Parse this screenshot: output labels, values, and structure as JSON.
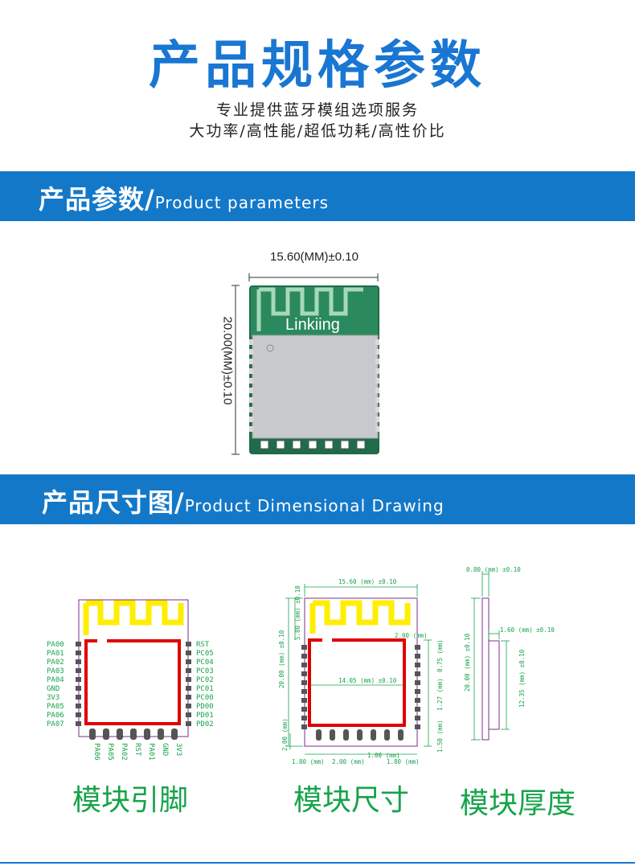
{
  "header": {
    "title": "产品规格参数",
    "subtitle1": "专业提供蓝牙模组选项服务",
    "subtitle2": "大功率/高性能/超低功耗/高性价比"
  },
  "section1": {
    "title_zh": "产品参数",
    "title_en": "Product parameters"
  },
  "module_photo": {
    "width_label": "15.60(MM)±0.10",
    "height_label": "20.00(MM)±0.10",
    "brand": "Linkiing"
  },
  "section2": {
    "title_zh": "产品尺寸图",
    "title_en": "Product Dimensional Drawing"
  },
  "drawings": {
    "pinout": {
      "caption": "模块引脚",
      "left_pins": [
        "PA00",
        "PA01",
        "PA02",
        "PA03",
        "PA04",
        "GND",
        "3V3",
        "PA05",
        "PA06",
        "PA07"
      ],
      "right_pins": [
        "RST",
        "PC05",
        "PC04",
        "PC03",
        "PC02",
        "PC01",
        "PC00",
        "PD00",
        "PD01",
        "PD02"
      ],
      "bottom_pins": [
        "PA06",
        "PA05",
        "PA02",
        "RST",
        "PA01",
        "GND",
        "3V3"
      ]
    },
    "size": {
      "caption": "模块尺寸",
      "width": "15.60 (mm) ±0.10",
      "height": "20.00 (mm) ±0.10",
      "antenna": "5.80 (mm) ±0.10",
      "shield": "14.05 (mm) ±0.10",
      "d_top": "2.00 (mm)",
      "pitch1": "0.75 (mm)",
      "pitch2": "1.27 (mm)",
      "pitch3": "1.50 (mm)",
      "b1": "1.80 (mm)",
      "b2": "2.00 (mm)",
      "b3": "1.00 (mm)",
      "b4": "1.80 (mm)",
      "left_small": "2.00 (mm)"
    },
    "thickness": {
      "caption": "模块厚度",
      "pcb": "0.80 (mm) ±0.10",
      "shield": "1.60 (mm) ±0.10",
      "height": "20.00 (mm) ±0.10",
      "shield_h": "12.35 (mm) ±0.10"
    }
  },
  "colors": {
    "accent": "#1976d2",
    "band": "#1478c8",
    "drawing": "#16a34a",
    "antenna": "#ffee00",
    "shield": "#e00000",
    "outline": "#7b2d8e"
  }
}
